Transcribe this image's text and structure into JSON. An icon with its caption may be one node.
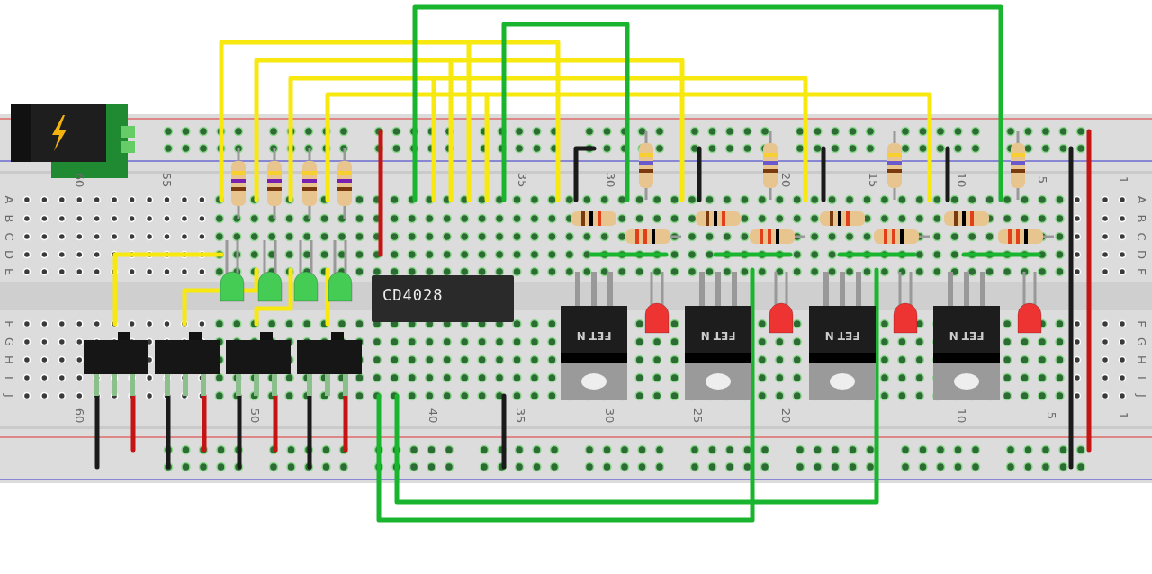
{
  "diagram": {
    "nodes": [
      {
        "text": [
          "CD4028"
        ]
      },
      {
        "text": [
          "FET N"
        ]
      },
      {
        "text": [
          "FET N"
        ]
      },
      {
        "text": [
          "FET N"
        ]
      },
      {
        "text": [
          "FET N"
        ]
      }
    ],
    "labels": [
      "60",
      "55",
      "35",
      "30",
      "20",
      "15",
      "10",
      "5",
      "1",
      "A",
      "B",
      "C",
      "D",
      "E",
      "A",
      "B",
      "C",
      "D",
      "E",
      "F",
      "G",
      "H",
      "I",
      "J",
      "F",
      "G",
      "H",
      "I",
      "J",
      "60",
      "50",
      "40",
      "35",
      "30",
      "25",
      "20",
      "10",
      "5",
      "1"
    ]
  }
}
